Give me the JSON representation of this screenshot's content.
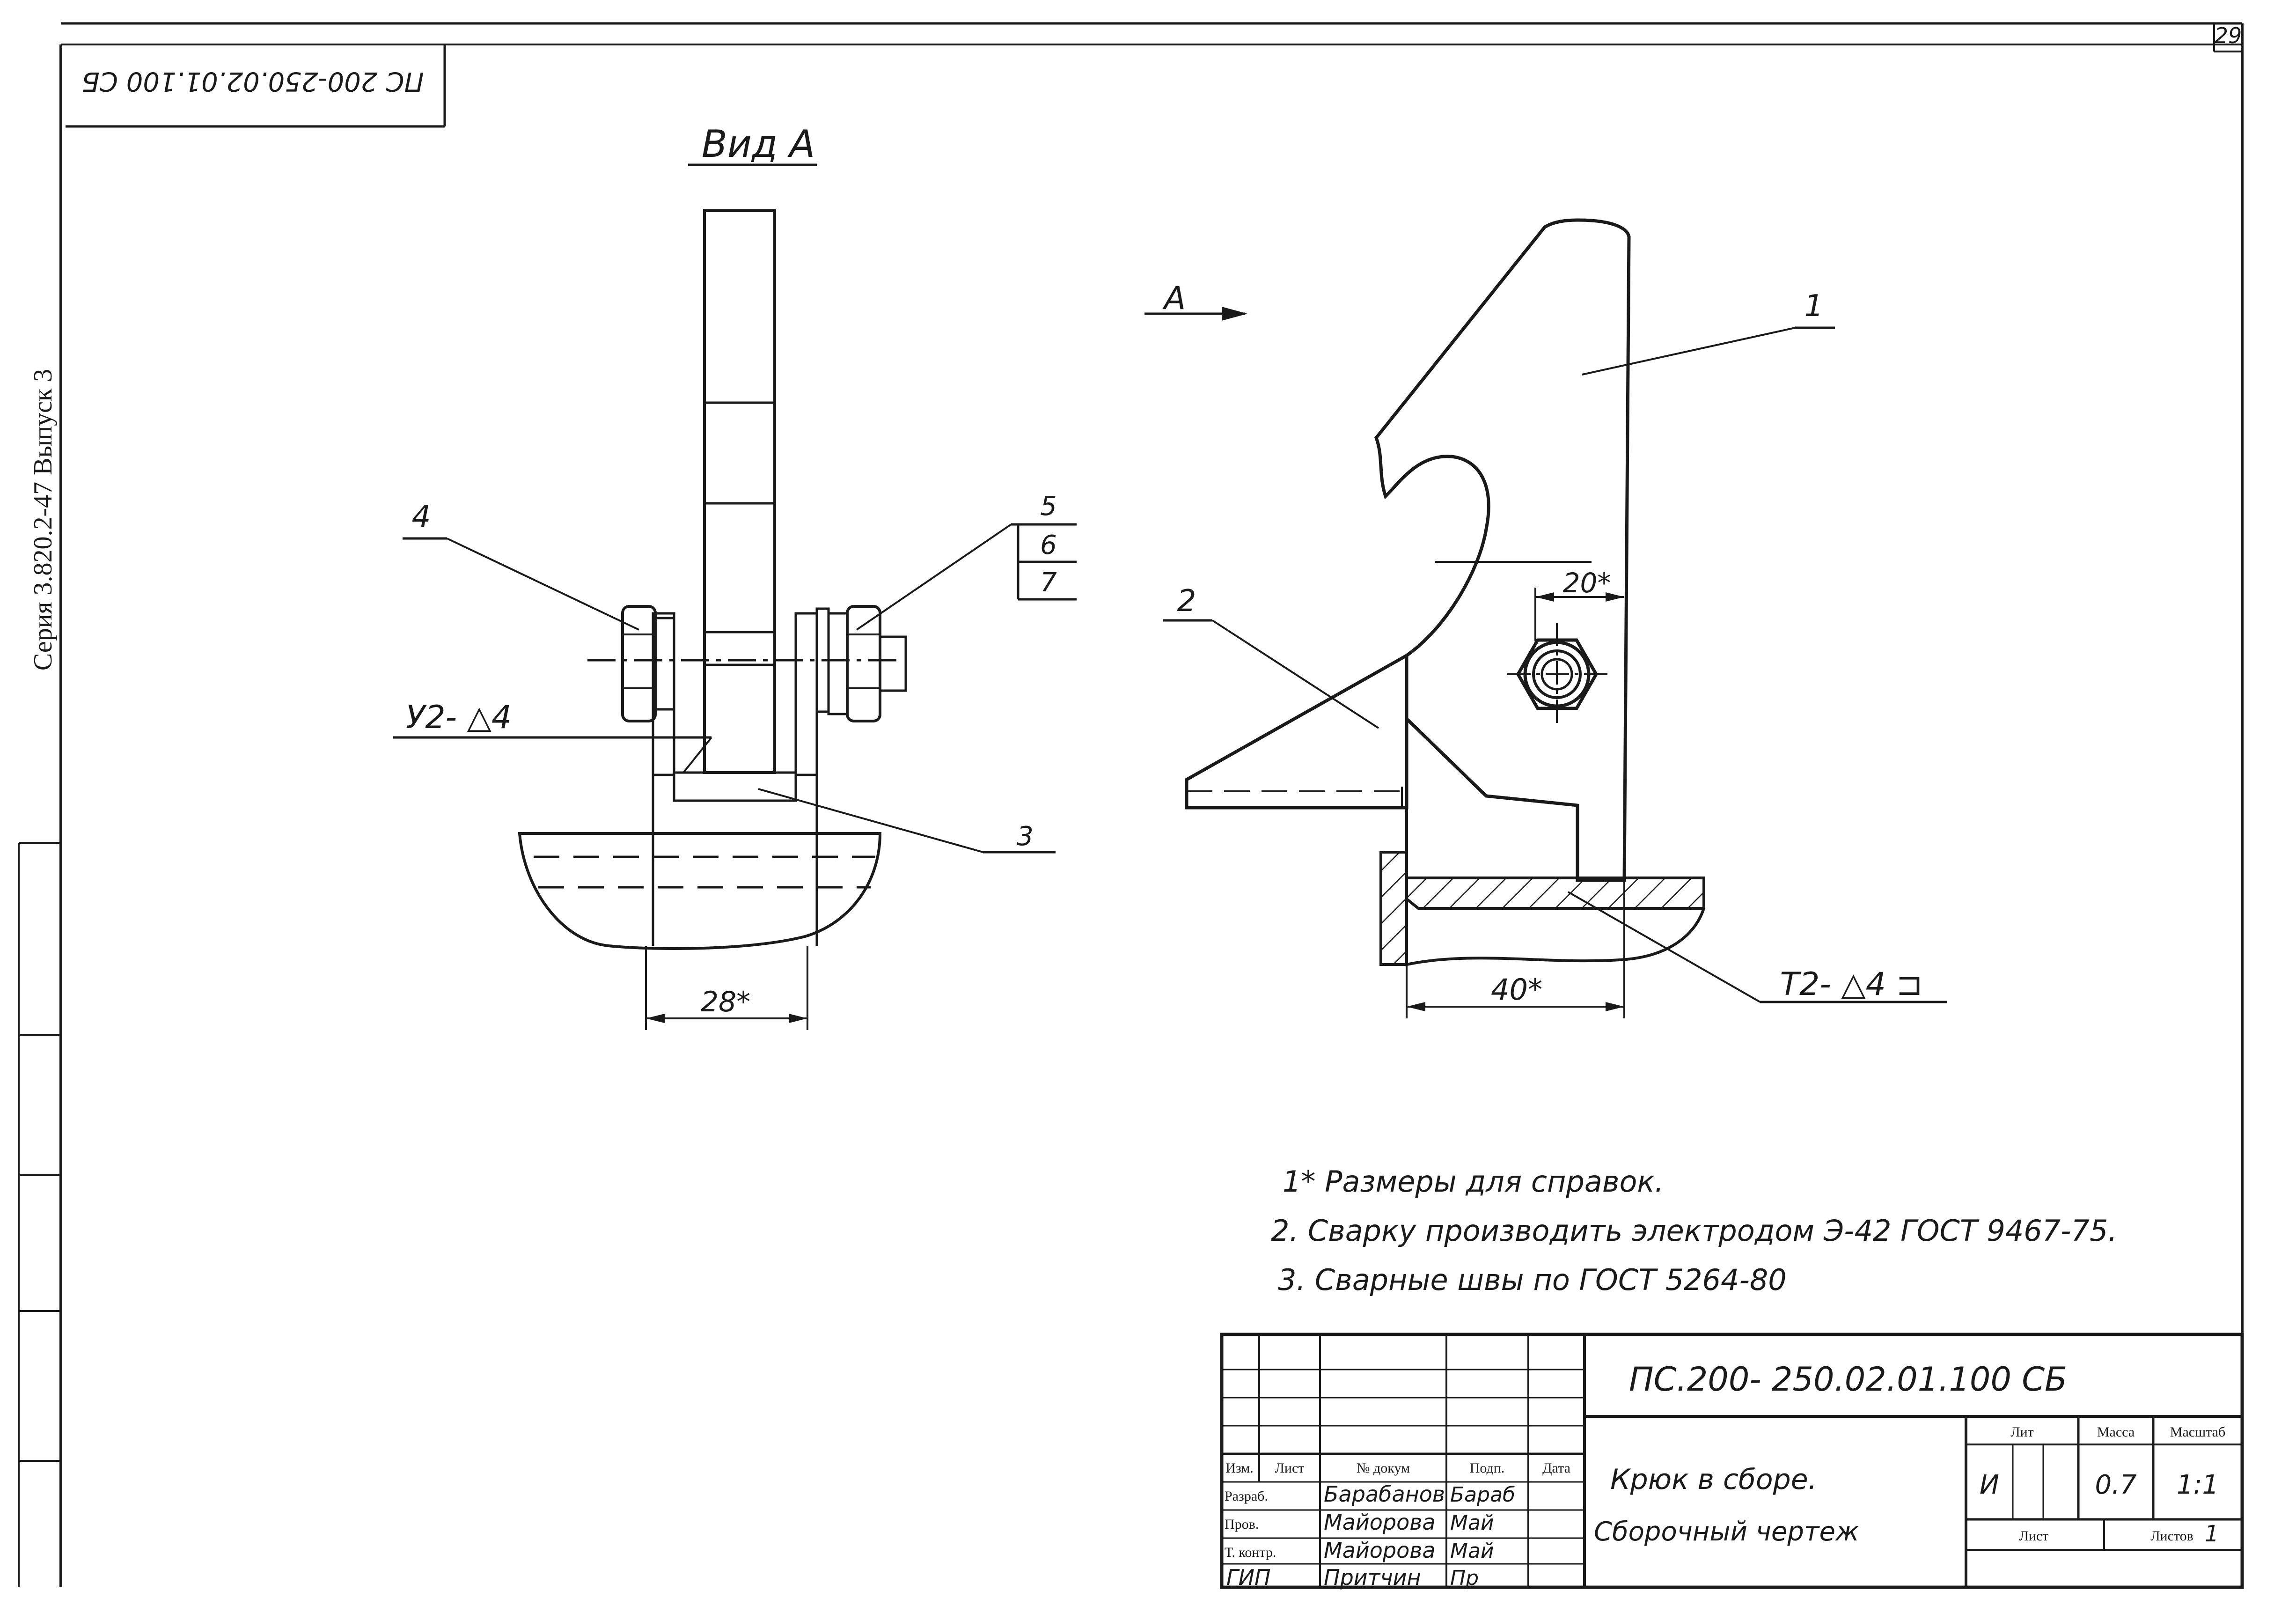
{
  "sheet": {
    "page_number": "29",
    "doc_code_rotated": "ПС 200-250.02.01.100 СБ",
    "series_vertical": "Серия 3.820.2-47 Выпуск 3"
  },
  "drawing": {
    "view_label": "Вид А",
    "direction_arrow_label": "А",
    "callouts": [
      "1",
      "2",
      "3",
      "4",
      "5",
      "6",
      "7"
    ],
    "weld_left": "У2- △4",
    "weld_right": "Т2- △4 ⊐",
    "dim_width": "28*",
    "dim_bolt_offset": "20*",
    "dim_base": "40*"
  },
  "notes": [
    "1* Размеры для справок.",
    "2. Сварку производить электродом Э-42 ГОСТ 9467-75.",
    "3. Сварные швы по ГОСТ 5264-80"
  ],
  "title_block": {
    "doc_number": "ПС.200- 250.02.01.100 СБ",
    "title_line1": "Крюк в сборе.",
    "title_line2": "Сборочный чертеж",
    "headers": {
      "izm": "Изм.",
      "list": "Лист",
      "n_dokum": "№ докум",
      "podp": "Подп.",
      "data": "Дата",
      "lit": "Лит",
      "massa": "Масса",
      "masshtab": "Масштаб",
      "list_cell": "Лист",
      "listov": "Листов"
    },
    "roles": [
      "Разраб.",
      "Пров.",
      "Т. контр.",
      "ГИП"
    ],
    "names": [
      "Барабанов",
      "Майорова",
      "Майорова",
      "Притчин"
    ],
    "signatures": [
      "Бараб",
      "Май",
      "Май",
      "Пр"
    ],
    "lit_value": "И",
    "mass": "0.7",
    "scale": "1:1",
    "sheets_total": "1"
  }
}
